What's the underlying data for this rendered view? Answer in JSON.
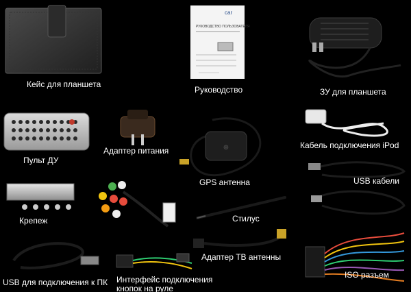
{
  "labels": {
    "case": "Кейс для планшета",
    "manual": "Руководство",
    "charger": "ЗУ для планшета",
    "remote": "Пульт ДУ",
    "power_adapter": "Адаптер питания",
    "gps": "GPS антенна",
    "ipod_cable": "Кабель подключения iPod",
    "usb_cables": "USB кабели",
    "mount": "Крепеж",
    "stylus": "Стилус",
    "tv_adapter": "Адаптер ТВ антенны",
    "usb_pc": "USB для подключения к ПК",
    "steering": "Интерфейс подключения\nкнопок на руле",
    "iso": "ISO разъем"
  },
  "manual_cover": {
    "title": "РУКОВОДСТВО ПОЛЬЗОВАТЕЛЯ",
    "logo": "car"
  },
  "colors": {
    "background": "#000000",
    "text": "#ffffff"
  }
}
